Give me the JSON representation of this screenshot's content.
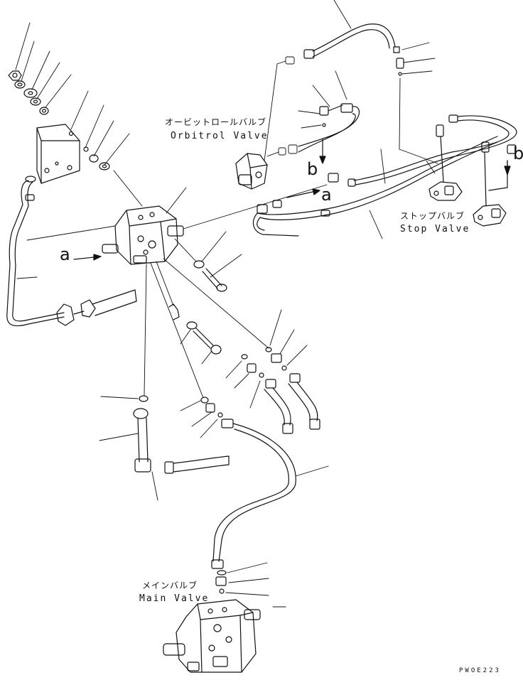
{
  "labels": {
    "orbitrol_jp": "オービットロールバルブ",
    "orbitrol_en": "Orbitrol Valve",
    "stop_jp": "ストップバルブ",
    "stop_en": "Stop Valve",
    "main_jp": "メインバルブ",
    "main_en": "Main Valve"
  },
  "connection_markers": {
    "a": "a",
    "b": "b"
  },
  "drawing_code": "PWOE223",
  "colors": {
    "line": "#111111",
    "background": "#ffffff"
  }
}
